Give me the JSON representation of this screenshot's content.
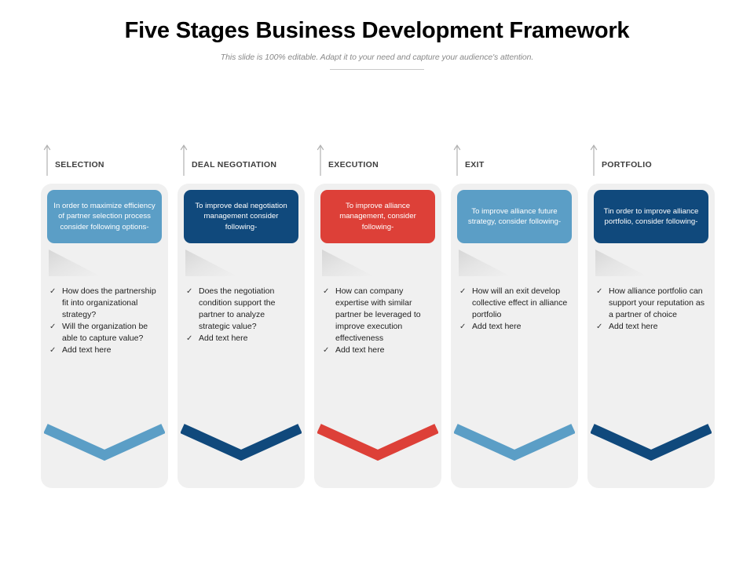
{
  "header": {
    "title": "Five Stages Business Development Framework",
    "subtitle": "This slide is 100% editable. Adapt it to your need and capture your audience's attention."
  },
  "colors": {
    "light_blue": "#5B9EC6",
    "dark_blue": "#10497C",
    "red": "#DD4038",
    "card_bg": "#F0F0F0",
    "page_bg": "#FFFFFF",
    "title_text": "#000000",
    "subtitle_text": "#8A8A8A",
    "stage_label_text": "#3D3D3D",
    "bullet_text": "#1E1E1E"
  },
  "stages": [
    {
      "label": "SELECTION",
      "accent": "#5B9EC6",
      "banner": "In order to maximize efficiency of partner selection  process  consider following options-",
      "bullets": [
        "How does the partnership fit into organizational strategy?",
        "Will the organization be able to capture value?",
        "Add text here"
      ]
    },
    {
      "label": "DEAL NEGOTIATION",
      "accent": "#10497C",
      "banner": "To improve deal negotiation management consider following-",
      "bullets": [
        "Does the negotiation condition support the partner to analyze strategic value?",
        "Add text here"
      ]
    },
    {
      "label": "EXECUTION",
      "accent": "#DD4038",
      "banner": "To improve alliance management, consider following-",
      "bullets": [
        "How can company expertise with similar partner be leveraged to improve execution effectiveness",
        "Add text here"
      ]
    },
    {
      "label": "EXIT",
      "accent": "#5B9EC6",
      "banner": "To improve alliance future strategy, consider following-",
      "bullets": [
        "How will an exit develop collective effect in alliance portfolio",
        "Add text here"
      ]
    },
    {
      "label": "PORTFOLIO",
      "accent": "#10497C",
      "banner": "Tin order to improve alliance portfolio, consider following-",
      "bullets": [
        "How alliance portfolio can support your reputation as a partner of choice",
        "Add text here"
      ]
    }
  ],
  "icons": {
    "check": "✓",
    "arrow_up": "arrow-up-icon"
  }
}
